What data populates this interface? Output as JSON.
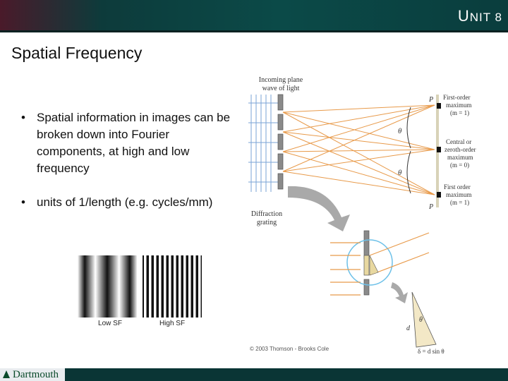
{
  "header": {
    "unit_prefix": "U",
    "unit_rest": "NIT 8"
  },
  "title": "Spatial Frequency",
  "bullets": [
    "Spatial information in images can be broken down into Fourier components, at high and low frequency",
    "units of 1/length (e.g. cycles/mm)"
  ],
  "gratings": {
    "low_label": "Low SF",
    "high_label": "High SF"
  },
  "diagram": {
    "incoming": [
      "Incoming plane",
      "wave of light"
    ],
    "grating": [
      "Diffraction",
      "grating"
    ],
    "p_label": "P",
    "first_top": [
      "First-order",
      "maximum",
      "(m = 1)"
    ],
    "central": [
      "Central or",
      "zeroth-order",
      "maximum",
      "(m = 0)"
    ],
    "first_bottom": [
      "First order",
      "maximum",
      "(m = 1)"
    ],
    "theta": "θ",
    "d_label": "d",
    "delta_formula": "δ = d sin θ",
    "copyright": "© 2003 Thomson - Brooks Cole"
  },
  "footer": {
    "logo": "Dartmouth"
  },
  "colors": {
    "header": "#0b4a48",
    "rays": "#e89a4a",
    "circle": "#6cc0e8"
  }
}
